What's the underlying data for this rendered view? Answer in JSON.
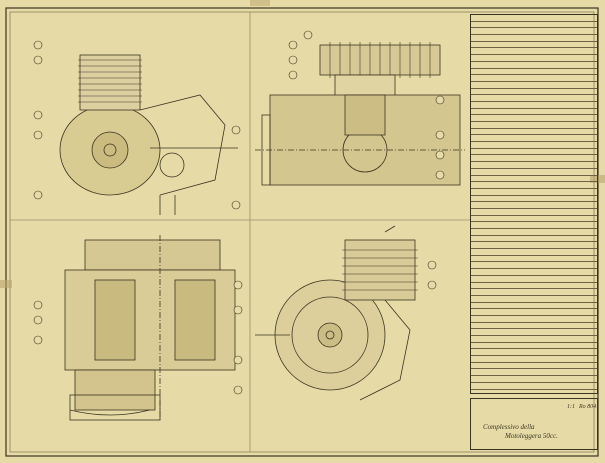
{
  "drawing": {
    "title_line_1": "Complessivo della",
    "title_line_2": "Motoleggera 50cc.",
    "scale": "1:1",
    "sheet_no": "Ro 804"
  },
  "bill_of_materials": {
    "row_count": 56
  },
  "colors": {
    "paper": "#e6dba7",
    "ink": "#3b3420",
    "stain": "#b9a46c"
  }
}
